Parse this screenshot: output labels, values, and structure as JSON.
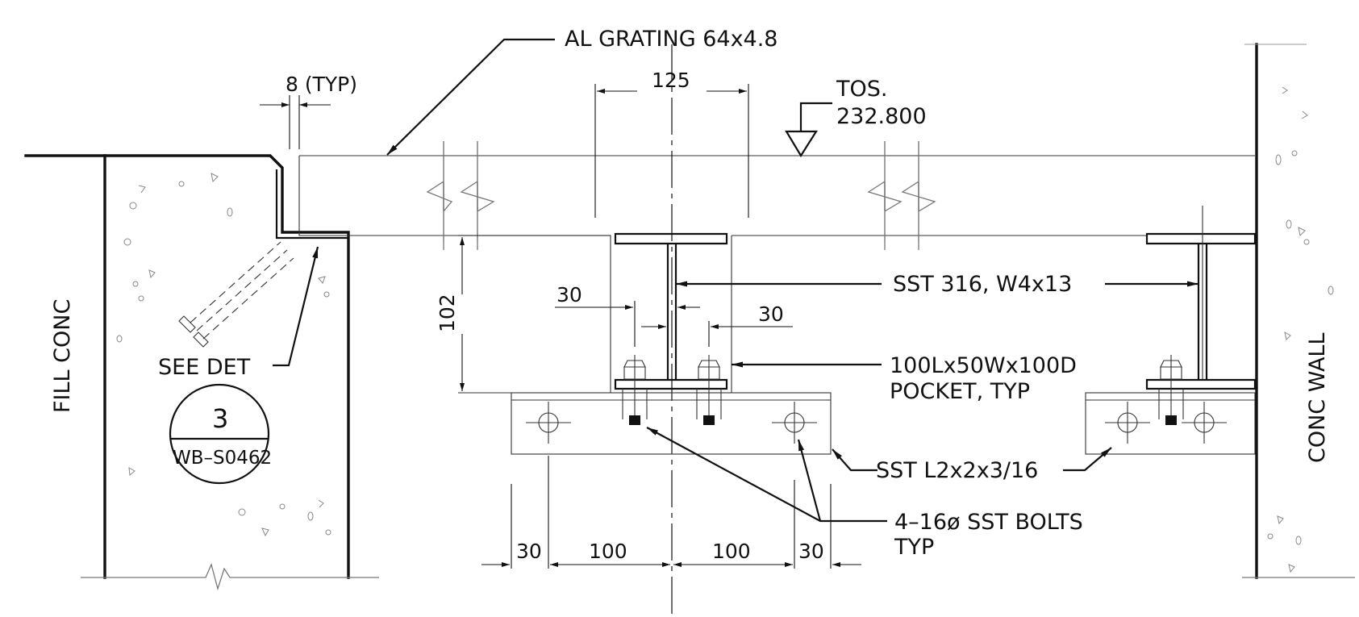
{
  "labels": {
    "grating": "AL GRATING 64x4.8",
    "gap_typ": "8 (TYP)",
    "dim_125": "125",
    "tos_line1": "TOS.",
    "tos_line2": "232.800",
    "beam": "SST 316, W4x13",
    "pocket_line1": "100Lx50Wx100D",
    "pocket_line2": "POCKET, TYP",
    "angle": "SST L2x2x3/16",
    "bolts_line1": "4–16ø SST BOLTS",
    "bolts_line2": "TYP",
    "see_det": "SEE DET",
    "detail_number": "3",
    "detail_sheet": "WB–S0462",
    "fill_conc": "FILL CONC",
    "conc_wall": "CONC WALL",
    "dim_102": "102",
    "dim_30_left": "30",
    "dim_30_right": "30",
    "bottom_dims": [
      "30",
      "100",
      "100",
      "30"
    ]
  }
}
